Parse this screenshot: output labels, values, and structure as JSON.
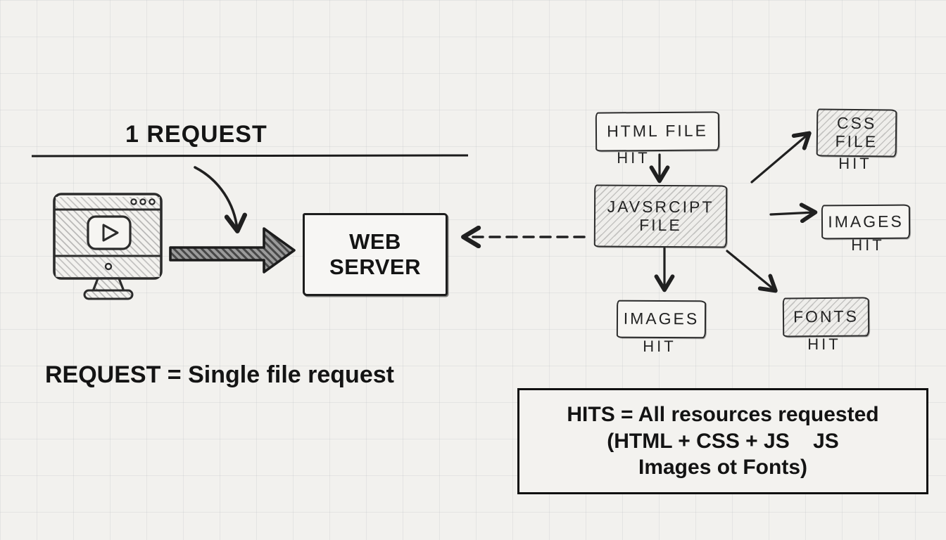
{
  "page": {
    "bg": "#f2f1ee",
    "ink": "#1f1f1f",
    "hatch": "#6e6e6e",
    "arrow_fill": "#9b9b9b"
  },
  "request_side": {
    "title": "1 REQUEST",
    "caption": "REQUEST = Single file request",
    "web_server": {
      "line1": "WEB",
      "line2": "SERVER"
    },
    "monitor_icon": "browser-video-monitor-icon"
  },
  "hits_side": {
    "html_file": {
      "label": "HTML FILE",
      "hit": "HIT"
    },
    "js_file": {
      "line1": "JAVSRCIPT",
      "line2": "FILE"
    },
    "css_file": {
      "line1": "CSS",
      "line2": "FILE",
      "hit": "HIT"
    },
    "images_right": {
      "label": "IMAGES",
      "hit": "HIT"
    },
    "images_bottom": {
      "label": "IMAGES",
      "hit": "HIT"
    },
    "fonts": {
      "label": "FONTS",
      "hit": "HIT"
    },
    "note": {
      "line1": "HITS = All resources requested",
      "line2": "(HTML + CSS + JS    JS",
      "line3": "Images ot Fonts)"
    }
  }
}
